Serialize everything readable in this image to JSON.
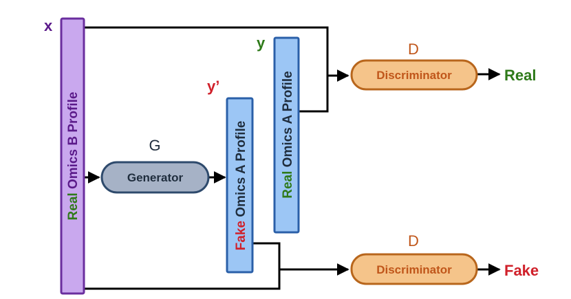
{
  "colors": {
    "purple": "#5b1a8a",
    "green": "#2f7a1a",
    "red": "#d0202a",
    "dark": "#1f2d3d",
    "orange_text": "#c0561a",
    "profile_b_fill": "#c9a8ee",
    "profile_b_stroke": "#6a2e9e",
    "profile_a_fill": "#9cc6f5",
    "profile_a_stroke": "#2a5fa8",
    "generator_fill": "#a6b2c6",
    "generator_stroke": "#2e4a6c",
    "disc_fill": "#f5c48a",
    "disc_stroke": "#b8661c"
  },
  "labels": {
    "x": "x",
    "y": "y",
    "y_prime": "y’",
    "G": "G",
    "D_top": "D",
    "D_bottom": "D"
  },
  "profile_b": {
    "prefix": "Real",
    "rest": " Omics B Profile"
  },
  "fake_profile": {
    "prefix": "Fake",
    "rest": " Omics A Profile"
  },
  "real_profile_a": {
    "prefix": "Real",
    "rest": " Omics A Profile"
  },
  "generator": {
    "label": "Generator"
  },
  "discriminator_top": {
    "label": "Discriminator",
    "output": "Real"
  },
  "discriminator_bottom": {
    "label": "Discriminator",
    "output": "Fake"
  }
}
